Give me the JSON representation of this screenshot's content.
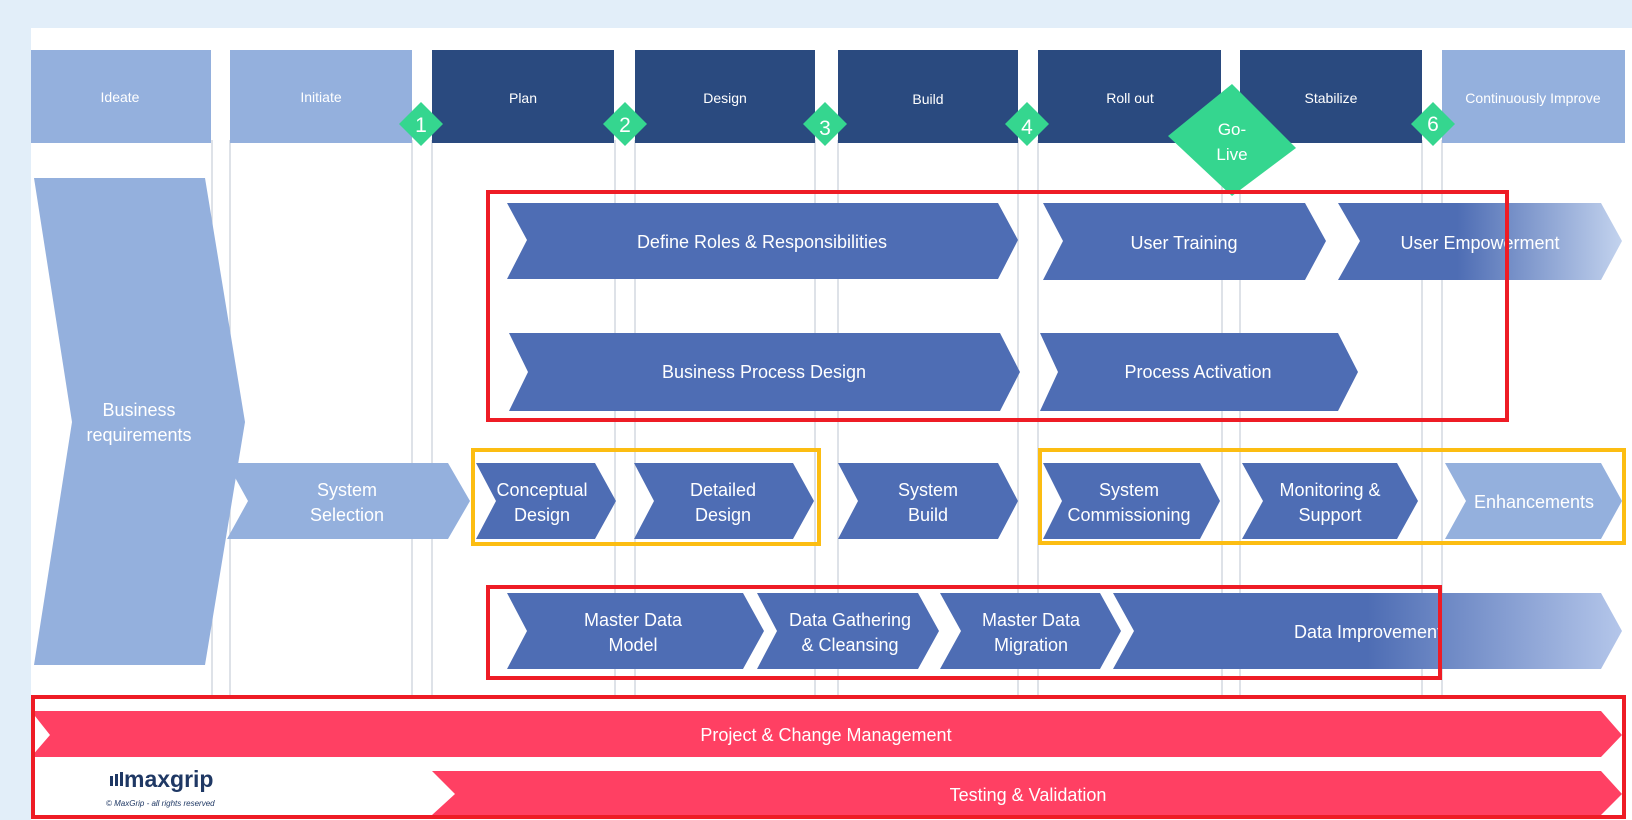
{
  "phases": [
    {
      "label": "Ideate",
      "style": "light"
    },
    {
      "label": "Initiate",
      "style": "light"
    },
    {
      "label": "Plan",
      "style": "dark"
    },
    {
      "label": "Design",
      "style": "dark"
    },
    {
      "label": "Build",
      "style": "dark"
    },
    {
      "label": "Roll out",
      "style": "dark"
    },
    {
      "label": "Stabilize",
      "style": "dark"
    },
    {
      "label": "Continuously Improve",
      "style": "light"
    }
  ],
  "milestones": [
    {
      "label": "1"
    },
    {
      "label": "2"
    },
    {
      "label": "3"
    },
    {
      "label": "4"
    },
    {
      "label": "6"
    }
  ],
  "golive": {
    "line1": "Go-",
    "line2": "Live"
  },
  "business_requirements": {
    "line1": "Business",
    "line2": "requirements"
  },
  "workstreams": {
    "roles": "Define Roles & Responsibilities",
    "training": "User Training",
    "empowerment": "User Empowerment",
    "bpd": "Business Process Design",
    "activation": "Process Activation",
    "selection": {
      "line1": "System",
      "line2": "Selection"
    },
    "conceptual": {
      "line1": "Conceptual",
      "line2": "Design"
    },
    "detailed": {
      "line1": "Detailed",
      "line2": "Design"
    },
    "sysbuild": {
      "line1": "System",
      "line2": "Build"
    },
    "commissioning": {
      "line1": "System",
      "line2": "Commissioning"
    },
    "monitoring": {
      "line1": "Monitoring &",
      "line2": "Support"
    },
    "enhancements": "Enhancements",
    "mdm": {
      "line1": "Master Data",
      "line2": "Model"
    },
    "gathering": {
      "line1": "Data Gathering",
      "line2": "& Cleansing"
    },
    "migration": {
      "line1": "Master Data",
      "line2": "Migration"
    },
    "improvement": "Data Improvement",
    "pcm": "Project & Change Management",
    "testing": "Testing & Validation"
  },
  "logo": {
    "name": "maxgrip",
    "copyright": "© MaxGrip - all rights reserved"
  },
  "colors": {
    "dark_navy": "#2a4a7f",
    "light_blue": "#94b0dd",
    "medium_blue": "#4e6db4",
    "milestone_green": "#35d68f",
    "pink": "#ff4063",
    "red_outline": "#ee1c25",
    "yellow_outline": "#fcbd12",
    "logo_navy": "#1f3864"
  }
}
